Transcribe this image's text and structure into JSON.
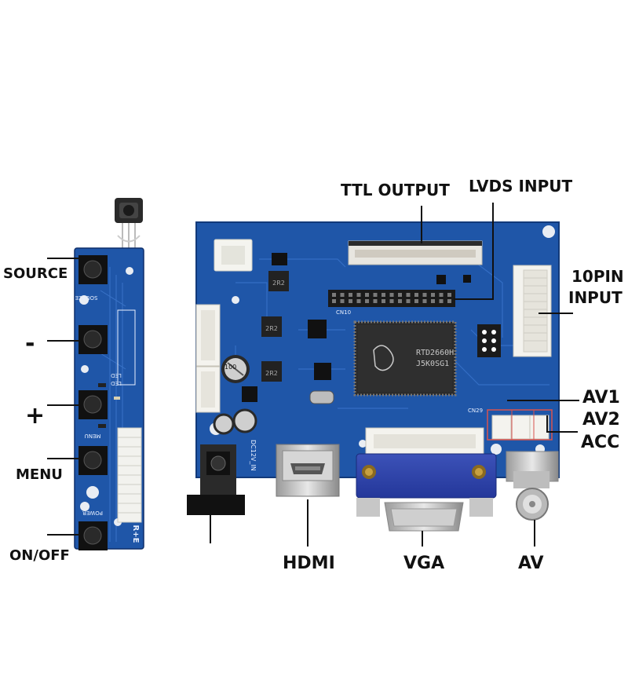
{
  "labels": {
    "source": "SOURCE",
    "minus": "-",
    "plus": "+",
    "menu": "MENU",
    "on_off": "ON/OFF",
    "ttl_output": "TTL OUTPUT",
    "lvds_input": "LVDS INPUT",
    "pin10_line1": "10PIN",
    "pin10_line2": "INPUT",
    "av1": "AV1",
    "av2": "AV2",
    "acc": "ACC",
    "hdmi": "HDMI",
    "vga": "VGA",
    "av": "AV"
  },
  "board_print": {
    "chip_brand": "RTD2660H",
    "chip_code": "J5K0SG1",
    "dc_in": "DC12V_IN",
    "inductor1": "2R2",
    "inductor2": "2R2",
    "inductor3": "2R2",
    "cap": "100",
    "cn10": "CN10",
    "cn29": "CN29",
    "keypad_brand": "R+E",
    "keypad_power": "POWER",
    "keypad_menu": "MENU",
    "keypad_source": "SOURCE",
    "keypad_led1": "LED",
    "keypad_led2": "LED"
  },
  "colors": {
    "pcb": "#1f56a8",
    "pcb_dark": "#16408a",
    "label": "#111111",
    "callout_box": "#d9534f"
  }
}
